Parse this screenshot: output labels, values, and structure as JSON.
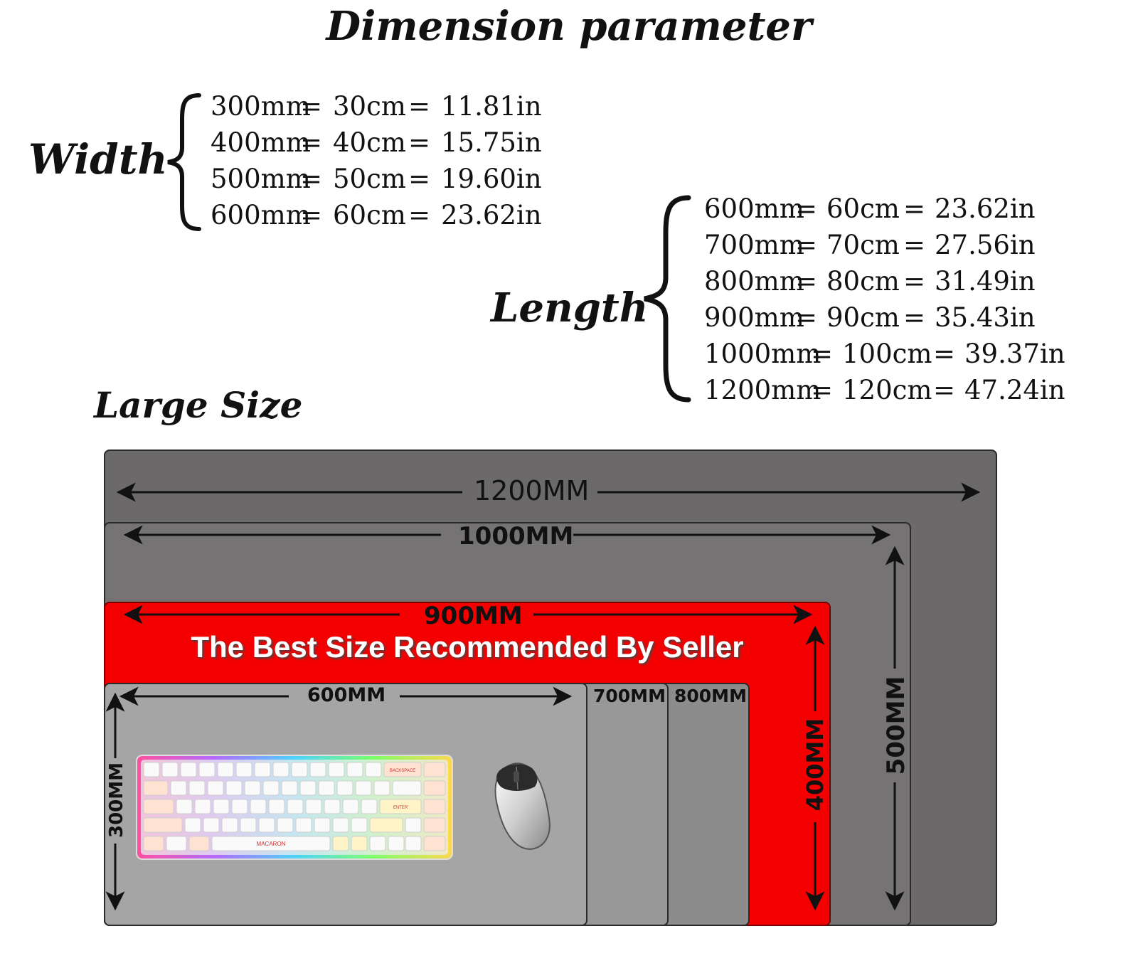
{
  "title": "Dimension parameter",
  "width": {
    "label": "Width",
    "rows": [
      {
        "mm": "300mm",
        "cm": "30cm",
        "in": "11.81in"
      },
      {
        "mm": "400mm",
        "cm": "40cm",
        "in": "15.75in"
      },
      {
        "mm": "500mm",
        "cm": "50cm",
        "in": "19.60in"
      },
      {
        "mm": "600mm",
        "cm": "60cm",
        "in": "23.62in"
      }
    ]
  },
  "length": {
    "label": "Length",
    "rows": [
      {
        "mm": "600mm",
        "cm": "60cm",
        "in": "23.62in"
      },
      {
        "mm": "700mm",
        "cm": "70cm",
        "in": "27.56in"
      },
      {
        "mm": "800mm",
        "cm": "80cm",
        "in": "31.49in"
      },
      {
        "mm": "900mm",
        "cm": "90cm",
        "in": "35.43in"
      },
      {
        "mm": "1000mm",
        "cm": "100cm",
        "in": "39.37in"
      },
      {
        "mm": "1200mm",
        "cm": "120cm",
        "in": "47.24in"
      }
    ]
  },
  "equals": "=",
  "large_size_label": "Large Size",
  "mats": {
    "len_1200": "1200MM",
    "len_1000": "1000MM",
    "len_900": "900MM",
    "len_800": "800MM",
    "len_700": "700MM",
    "len_600": "600MM",
    "wid_500": "500MM",
    "wid_400": "400MM",
    "wid_300": "300MM",
    "recommend": "The Best Size Recommended By Seller",
    "highlight_color": "#f40000"
  },
  "keyboard": {
    "backspace": "BACKSPACE",
    "enter": "ENTER",
    "brand": "MACARON"
  }
}
